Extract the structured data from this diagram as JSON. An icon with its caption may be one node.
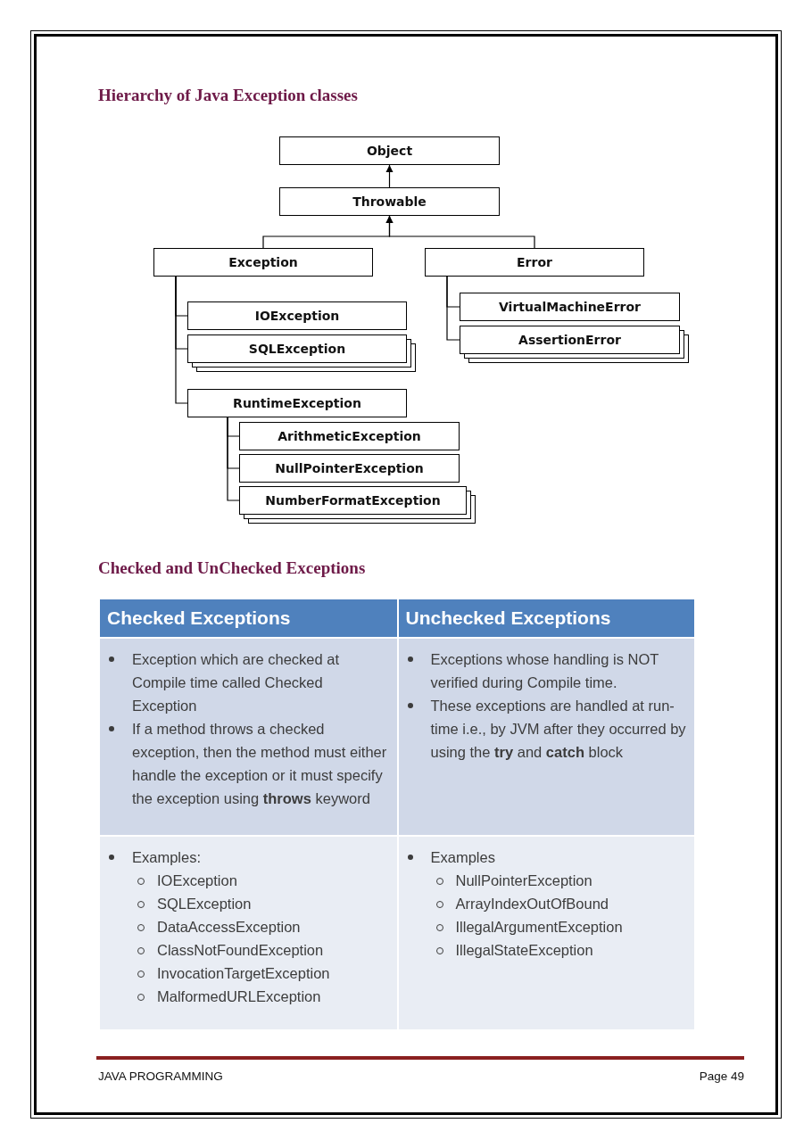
{
  "diagram": {
    "title": "Hierarchy of Java Exception classes",
    "nodes": [
      {
        "text": [
          "Object"
        ]
      },
      {
        "text": [
          "Throwable"
        ]
      },
      {
        "text": [
          "Exception"
        ]
      },
      {
        "text": [
          "Error"
        ]
      },
      {
        "text": [
          "IOException"
        ]
      },
      {
        "text": [
          "SQLException"
        ]
      },
      {
        "text": [
          "RuntimeException"
        ]
      },
      {
        "text": [
          "VirtualMachineError"
        ]
      },
      {
        "text": [
          "AssertionError"
        ]
      },
      {
        "text": [
          "ArithmeticException"
        ]
      },
      {
        "text": [
          "NullPointerException"
        ]
      },
      {
        "text": [
          "NumberFormatException"
        ]
      }
    ],
    "edges": [
      {
        "from": 1,
        "to": 0,
        "arrow": "to"
      },
      {
        "from": 2,
        "to": 1,
        "arrow": "to"
      },
      {
        "from": 3,
        "to": 1,
        "arrow": "to"
      },
      {
        "from": 2,
        "to": 4,
        "arrow": "none"
      },
      {
        "from": 2,
        "to": 5,
        "arrow": "none"
      },
      {
        "from": 2,
        "to": 6,
        "arrow": "none"
      },
      {
        "from": 3,
        "to": 7,
        "arrow": "none"
      },
      {
        "from": 3,
        "to": 8,
        "arrow": "none"
      },
      {
        "from": 6,
        "to": 9,
        "arrow": "none"
      },
      {
        "from": 6,
        "to": 10,
        "arrow": "none"
      },
      {
        "from": 6,
        "to": 11,
        "arrow": "none"
      }
    ],
    "labels": [
      "Checked and UnChecked Exceptions",
      "Checked Exceptions",
      "Unchecked Exceptions",
      "Exception which are checked at Compile time called Checked Exception",
      "If a method throws a checked exception, then the method must either handle the exception or it must specify the exception using **throws** keyword",
      "Exceptions whose handling is NOT verified during Compile time.",
      "These exceptions are handled at run-time i.e., by JVM after they occurred by using the **try** and **catch** block",
      "Examples:",
      "IOException",
      "SQLException",
      "DataAccessException",
      "ClassNotFoundException",
      "InvocationTargetException",
      "MalformedURLException",
      "Examples",
      "NullPointerException",
      "ArrayIndexOutOfBound",
      "IllegalArgumentException",
      "IllegalStateException",
      "JAVA PROGRAMMING",
      "Page 49"
    ]
  }
}
